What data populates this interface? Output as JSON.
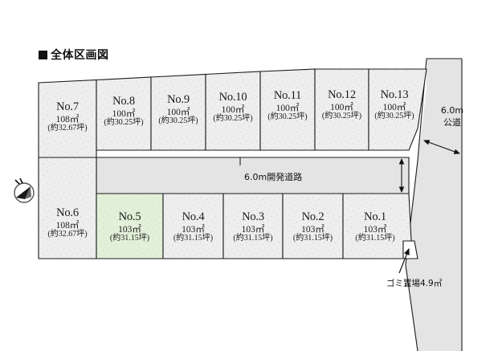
{
  "title": {
    "marker": "square-bullet",
    "text": "全体区画図"
  },
  "colors": {
    "plot_fill": "#eeeeee",
    "plot_fill_highlight": "#e2f0d9",
    "road_fill": "#e4e4e4",
    "outline": "#1a1a1a",
    "text": "#1a1a1a",
    "background": "#ffffff"
  },
  "plots": [
    {
      "id": "no7",
      "no": "No.7",
      "area": "108㎡",
      "tsubo": "(約32.67坪)",
      "highlight": false
    },
    {
      "id": "no8",
      "no": "No.8",
      "area": "100㎡",
      "tsubo": "(約30.25坪)",
      "highlight": false
    },
    {
      "id": "no9",
      "no": "No.9",
      "area": "100㎡",
      "tsubo": "(約30.25坪)",
      "highlight": false
    },
    {
      "id": "no10",
      "no": "No.10",
      "area": "100㎡",
      "tsubo": "(約30.25坪)",
      "highlight": false
    },
    {
      "id": "no11",
      "no": "No.11",
      "area": "100㎡",
      "tsubo": "(約30.25坪)",
      "highlight": false
    },
    {
      "id": "no12",
      "no": "No.12",
      "area": "100㎡",
      "tsubo": "(約30.25坪)",
      "highlight": false
    },
    {
      "id": "no13",
      "no": "No.13",
      "area": "100㎡",
      "tsubo": "(約30.25坪)",
      "highlight": false
    },
    {
      "id": "no6",
      "no": "No.6",
      "area": "108㎡",
      "tsubo": "(約32.67坪)",
      "highlight": false
    },
    {
      "id": "no5",
      "no": "No.5",
      "area": "103㎡",
      "tsubo": "(約31.15坪)",
      "highlight": true
    },
    {
      "id": "no4",
      "no": "No.4",
      "area": "103㎡",
      "tsubo": "(約31.15坪)",
      "highlight": false
    },
    {
      "id": "no3",
      "no": "No.3",
      "area": "103㎡",
      "tsubo": "(約31.15坪)",
      "highlight": false
    },
    {
      "id": "no2",
      "no": "No.2",
      "area": "103㎡",
      "tsubo": "(約31.15坪)",
      "highlight": false
    },
    {
      "id": "no1",
      "no": "No.1",
      "area": "103㎡",
      "tsubo": "(約31.15坪)",
      "highlight": false
    }
  ],
  "roads": {
    "center": {
      "label": "6.0m開発道路"
    },
    "east": {
      "width_label": "6.0m",
      "type_label": "公道"
    }
  },
  "annotations": {
    "gomi": {
      "label": "ゴミ置場4.9㎡"
    },
    "compass": {
      "name": "north-arrow"
    }
  }
}
